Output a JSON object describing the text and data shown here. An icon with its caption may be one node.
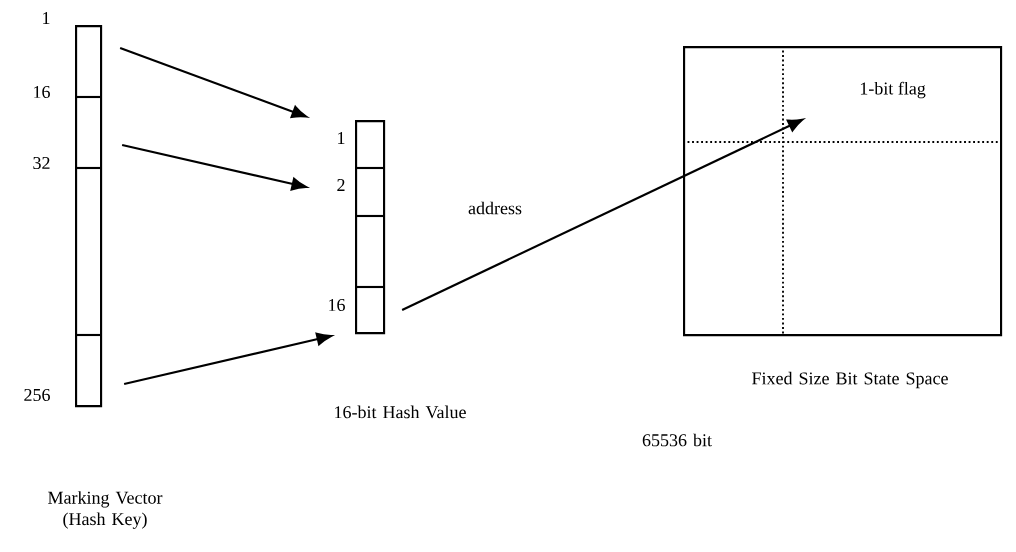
{
  "diagram": {
    "nodes": [
      {
        "text": [
          "Marking Vector (Hash Key)"
        ],
        "beside": [
          "1",
          "16",
          "32",
          "256"
        ]
      },
      {
        "text": [
          "16-bit Hash Value"
        ],
        "beside": [
          "1",
          "2",
          "16"
        ]
      },
      {
        "text": [
          "Fixed Size Bit State Space",
          "65536 bit"
        ]
      },
      {
        "text": [
          "1-bit flag"
        ],
        "in": 2
      }
    ],
    "edges": [
      {
        "from": 0,
        "to": 1,
        "arrow": "to"
      },
      {
        "from": 0,
        "to": 1,
        "arrow": "to"
      },
      {
        "from": 0,
        "to": 1,
        "arrow": "to"
      },
      {
        "from": 1,
        "to": 3,
        "arrow": "to",
        "label": "address"
      }
    ]
  }
}
